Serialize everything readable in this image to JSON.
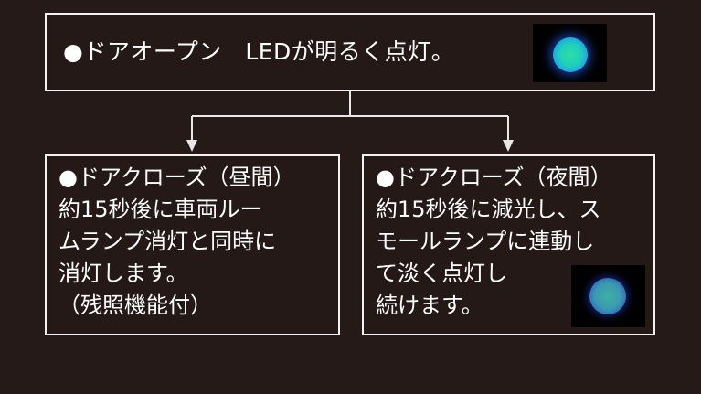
{
  "top": {
    "text": "●ドアオープン　LEDが明るく点灯。"
  },
  "left": {
    "lines": [
      "●ドアクローズ（昼間）",
      "約15秒後に車両ルー",
      "ムランプ消灯と同時に",
      "消灯します。",
      "（残照機能付）"
    ]
  },
  "right": {
    "lines": [
      "●ドアクローズ（夜間）",
      "約15秒後に減光し、ス",
      "モールランプに連動し",
      "て淡く点灯し",
      "続けます。"
    ]
  },
  "colors": {
    "background": "#251a18",
    "border": "#f2f2f2",
    "text": "#ffffff",
    "led_bright": "#1fd0b8",
    "led_dim": "#3a9ab0"
  }
}
